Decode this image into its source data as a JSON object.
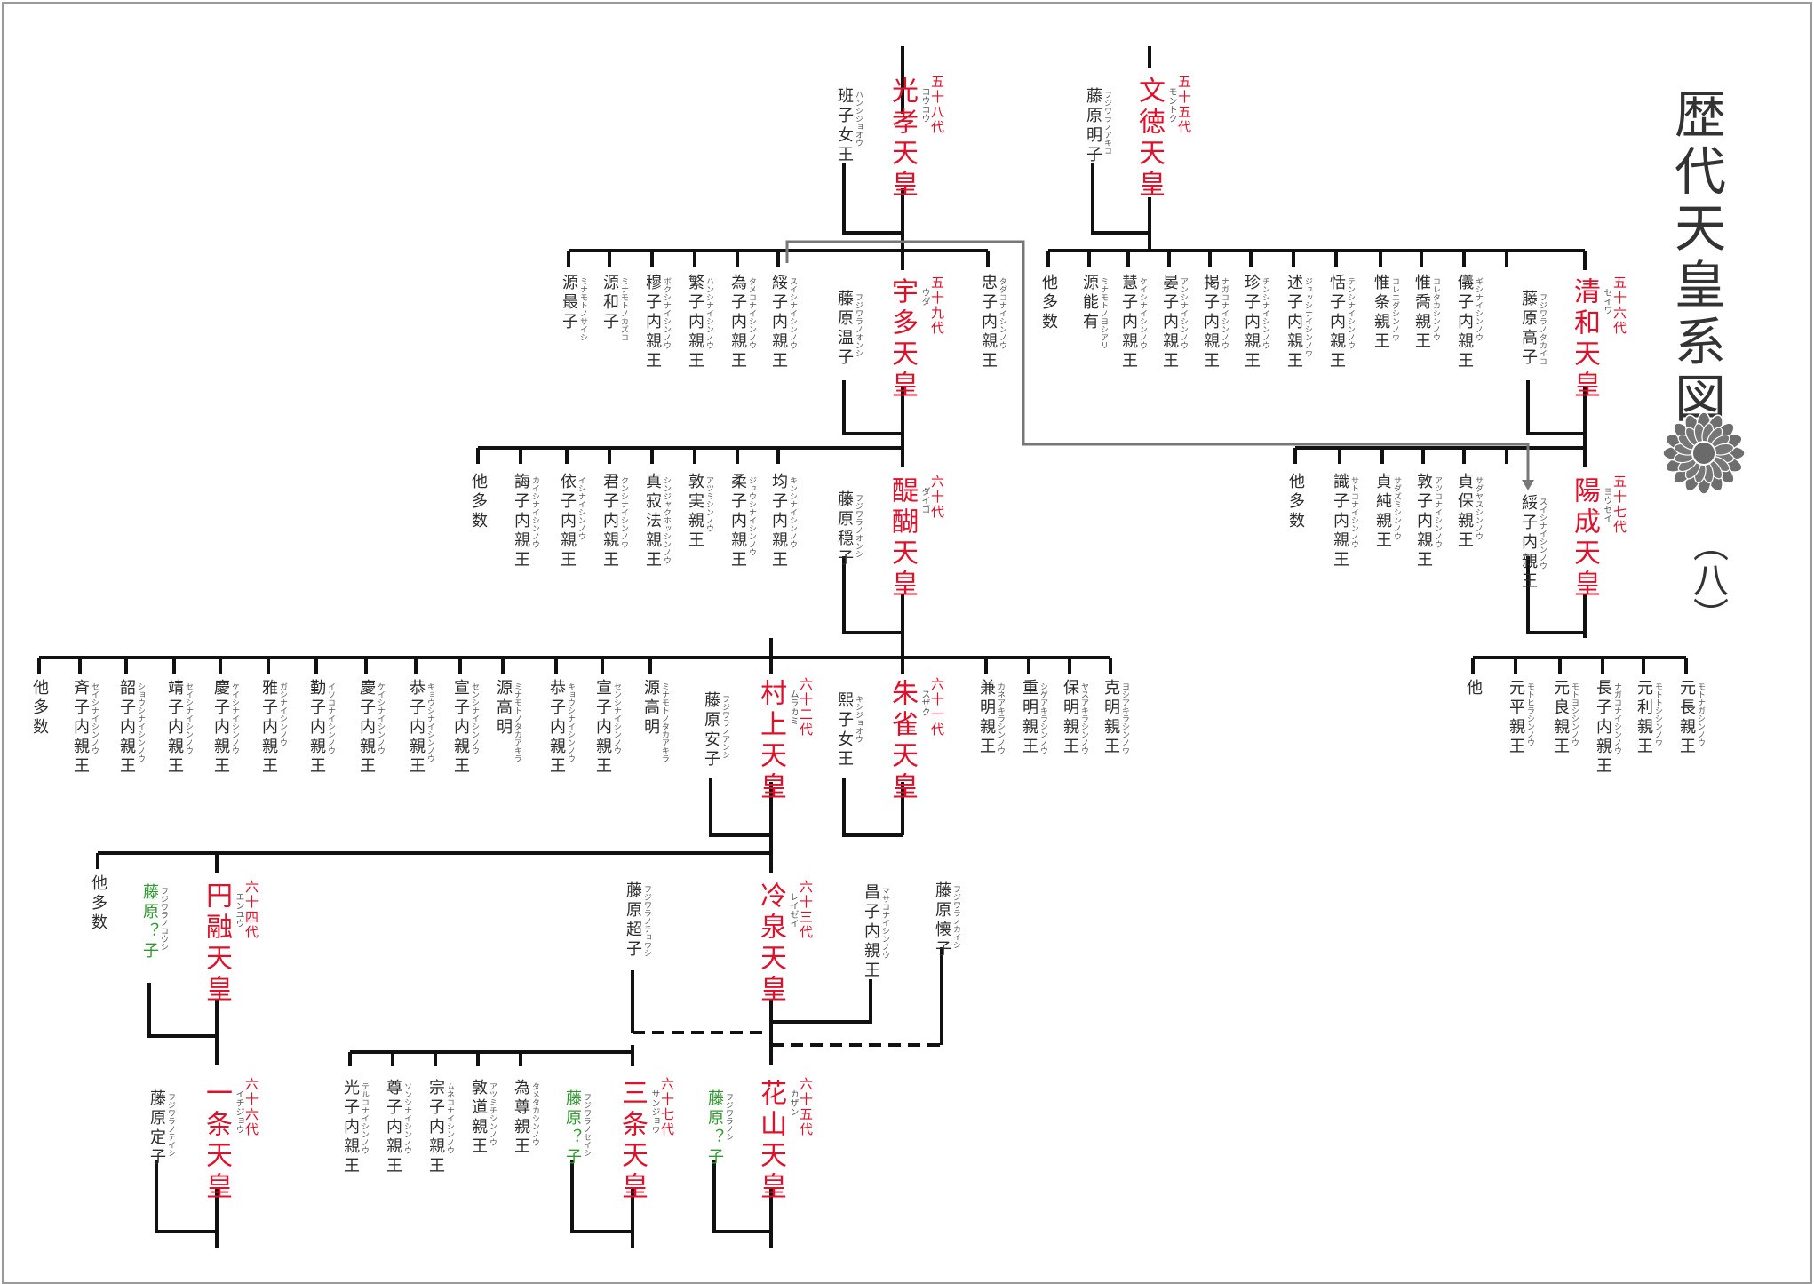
{
  "title": "歴代天皇系図",
  "volume": "（八）",
  "colors": {
    "emperor": "#e0102a",
    "consort": "#2c2c2c",
    "unknown_consort": "#2e9a2e",
    "adoption_line": "#777777",
    "line": "#111111"
  },
  "emperors": [
    {
      "id": "koko",
      "name": "光孝天皇",
      "reading": "コウコウ",
      "generation": "五十八代"
    },
    {
      "id": "montoku",
      "name": "文徳天皇",
      "reading": "モントク",
      "generation": "五十五代"
    },
    {
      "id": "uda",
      "name": "宇多天皇",
      "reading": "ウダ",
      "generation": "五十九代"
    },
    {
      "id": "seiwa",
      "name": "清和天皇",
      "reading": "セイワ",
      "generation": "五十六代"
    },
    {
      "id": "daigo",
      "name": "醍醐天皇",
      "reading": "ダイゴ",
      "generation": "六十代"
    },
    {
      "id": "yozei",
      "name": "陽成天皇",
      "reading": "ヨウゼイ",
      "generation": "五十七代"
    },
    {
      "id": "murakami",
      "name": "村上天皇",
      "reading": "ムラカミ",
      "generation": "六十二代"
    },
    {
      "id": "suzaku",
      "name": "朱雀天皇",
      "reading": "スザク",
      "generation": "六十一代"
    },
    {
      "id": "enyu",
      "name": "円融天皇",
      "reading": "エンユウ",
      "generation": "六十四代"
    },
    {
      "id": "reizei",
      "name": "冷泉天皇",
      "reading": "レイゼイ",
      "generation": "六十三代"
    },
    {
      "id": "ichijo",
      "name": "一条天皇",
      "reading": "イチジョウ",
      "generation": "六十六代"
    },
    {
      "id": "sanjo",
      "name": "三条天皇",
      "reading": "サンジョウ",
      "generation": "六十七代"
    },
    {
      "id": "kazan",
      "name": "花山天皇",
      "reading": "カザン",
      "generation": "六十五代"
    }
  ],
  "people": [
    {
      "id": "p_hanshi",
      "name": "班子女王",
      "reading": "ハンシジョオウ",
      "kind": "consort"
    },
    {
      "id": "p_meishi",
      "name": "藤原明子",
      "reading": "フジワラノアキコ",
      "kind": "consort"
    },
    {
      "id": "p_onshi",
      "name": "藤原温子",
      "reading": "フジワラノオンシ",
      "kind": "consort"
    },
    {
      "id": "p_koshi",
      "name": "藤原高子",
      "reading": "フジワラノタカイコ",
      "kind": "consort"
    },
    {
      "id": "p_onshi2",
      "name": "藤原穏子",
      "reading": "フジワラノオンシ",
      "kind": "consort"
    },
    {
      "id": "p_anshi",
      "name": "藤原安子",
      "reading": "フジワラノアンシ",
      "kind": "consort"
    },
    {
      "id": "p_kishi",
      "name": "熙子女王",
      "reading": "キシジョオウ",
      "kind": "consort"
    },
    {
      "id": "p_enyu_m",
      "name": "藤原？子",
      "reading": "フジワラノコウシ",
      "kind": "unknown"
    },
    {
      "id": "p_choshi",
      "name": "藤原超子",
      "reading": "フジワラノチョウシ",
      "kind": "consort"
    },
    {
      "id": "p_shoshi",
      "name": "昌子内親王",
      "reading": "マサコナイシンノウ",
      "kind": "consort"
    },
    {
      "id": "p_kaishi",
      "name": "藤原懐子",
      "reading": "フジワラノカイシ",
      "kind": "consort"
    },
    {
      "id": "p_teishi",
      "name": "藤原定子",
      "reading": "フジワラノテイシ",
      "kind": "consort"
    },
    {
      "id": "p_sanjo_m",
      "name": "藤原？子",
      "reading": "フジワラノセイシ",
      "kind": "unknown"
    },
    {
      "id": "p_kazan_m",
      "name": "藤原？子",
      "reading": "フジワラノシ",
      "kind": "unknown"
    },
    {
      "id": "k1",
      "name": "源最子",
      "reading": "ミナモトノサイシ"
    },
    {
      "id": "k2",
      "name": "源和子",
      "reading": "ミナモトノカズコ"
    },
    {
      "id": "k3",
      "name": "穆子内親王",
      "reading": "ボクシナイシンノウ"
    },
    {
      "id": "k4",
      "name": "繁子内親王",
      "reading": "ハンシナイシンノウ"
    },
    {
      "id": "k5",
      "name": "為子内親王",
      "reading": "タメコナイシンノウ"
    },
    {
      "id": "k6",
      "name": "綏子内親王",
      "reading": "スイシナイシンノウ"
    },
    {
      "id": "k7",
      "name": "忠子内親王",
      "reading": "タダコナイシンノウ"
    },
    {
      "id": "m1",
      "name": "他多数",
      "reading": ""
    },
    {
      "id": "m2",
      "name": "源能有",
      "reading": "ミナモトノヨシアリ"
    },
    {
      "id": "m3",
      "name": "慧子内親王",
      "reading": "ケイシナイシンノウ"
    },
    {
      "id": "m4",
      "name": "晏子内親王",
      "reading": "アンシナイシンノウ"
    },
    {
      "id": "m5",
      "name": "掲子内親王",
      "reading": "ナガコナイシンノウ"
    },
    {
      "id": "m6",
      "name": "珍子内親王",
      "reading": "チンシナイシンノウ"
    },
    {
      "id": "m7",
      "name": "述子内親王",
      "reading": "ジュッシナイシンノウ"
    },
    {
      "id": "m8",
      "name": "恬子内親王",
      "reading": "テンシナイシンノウ"
    },
    {
      "id": "m9",
      "name": "惟条親王",
      "reading": "コレエダシンノウ"
    },
    {
      "id": "m10",
      "name": "惟喬親王",
      "reading": "コレタカシンノウ"
    },
    {
      "id": "m11",
      "name": "儀子内親王",
      "reading": "ギシナイシンノウ"
    },
    {
      "id": "u1",
      "name": "他多数",
      "reading": ""
    },
    {
      "id": "u2",
      "name": "誨子内親王",
      "reading": "カイシナイシンノウ"
    },
    {
      "id": "u3",
      "name": "依子内親王",
      "reading": "イシナイシンノウ"
    },
    {
      "id": "u4",
      "name": "君子内親王",
      "reading": "クンシナイシンノウ"
    },
    {
      "id": "u5",
      "name": "真寂法親王",
      "reading": "シンジャクホッシンノウ"
    },
    {
      "id": "u6",
      "name": "敦実親王",
      "reading": "アツミシンノウ"
    },
    {
      "id": "u7",
      "name": "柔子内親王",
      "reading": "ジュウシナイシンノウ"
    },
    {
      "id": "u8",
      "name": "均子内親王",
      "reading": "キンシナイシンノウ"
    },
    {
      "id": "s1",
      "name": "他多数",
      "reading": ""
    },
    {
      "id": "s2",
      "name": "識子内親王",
      "reading": "サトコナイシンノウ"
    },
    {
      "id": "s3",
      "name": "貞純親王",
      "reading": "サダズミシンノウ"
    },
    {
      "id": "s4",
      "name": "敦子内親王",
      "reading": "アツコナイシンノウ"
    },
    {
      "id": "s5",
      "name": "貞保親王",
      "reading": "サダヤスシンノウ"
    },
    {
      "id": "s6",
      "name": "綏子内親王",
      "reading": "スイシナイシンノウ"
    },
    {
      "id": "d1",
      "name": "他多数",
      "reading": ""
    },
    {
      "id": "d2",
      "name": "斉子内親王",
      "reading": "セイシナイシンノウ"
    },
    {
      "id": "d3",
      "name": "韶子内親王",
      "reading": "ショウシナイシンノウ"
    },
    {
      "id": "d4",
      "name": "靖子内親王",
      "reading": "セイシナイシンノウ"
    },
    {
      "id": "d5",
      "name": "慶子内親王",
      "reading": "ケイシナイシンノウ"
    },
    {
      "id": "d6",
      "name": "雅子内親王",
      "reading": "ガシナイシンノウ"
    },
    {
      "id": "d7",
      "name": "勤子内親王",
      "reading": "イソコナイシンノウ"
    },
    {
      "id": "d8",
      "name": "慶子内親王",
      "reading": "ケイシナイシンノウ"
    },
    {
      "id": "d9",
      "name": "恭子内親王",
      "reading": "キョウシナイシンノウ"
    },
    {
      "id": "d10",
      "name": "宣子内親王",
      "reading": "センシナイシンノウ"
    },
    {
      "id": "d11",
      "name": "源高明",
      "reading": "ミナモトノタカアキラ"
    },
    {
      "id": "d12",
      "name": "恭子内親王",
      "reading": "キョウシナイシンノウ"
    },
    {
      "id": "d13",
      "name": "宣子内親王",
      "reading": "センシナイシンノウ"
    },
    {
      "id": "d14",
      "name": "源高明",
      "reading": "ミナモトノタカアキラ"
    },
    {
      "id": "d15",
      "name": "兼明親王",
      "reading": "カネアキラシンノウ"
    },
    {
      "id": "d16",
      "name": "重明親王",
      "reading": "シゲアキラシンノウ"
    },
    {
      "id": "d17",
      "name": "保明親王",
      "reading": "ヤスアキラシンノウ"
    },
    {
      "id": "d18",
      "name": "克明親王",
      "reading": "ヨシアキラシンノウ"
    },
    {
      "id": "y1",
      "name": "他",
      "reading": ""
    },
    {
      "id": "y2",
      "name": "元平親王",
      "reading": "モトヒラシンノウ"
    },
    {
      "id": "y3",
      "name": "元良親王",
      "reading": "モトヨシシンノウ"
    },
    {
      "id": "y4",
      "name": "長子内親王",
      "reading": "ナガコナイシンノウ"
    },
    {
      "id": "y5",
      "name": "元利親王",
      "reading": "モトトシシンノウ"
    },
    {
      "id": "y6",
      "name": "元長親王",
      "reading": "モトナガシンノウ"
    },
    {
      "id": "r1",
      "name": "他多数",
      "reading": ""
    },
    {
      "id": "i1",
      "name": "光子内親王",
      "reading": "テルコナイシンノウ"
    },
    {
      "id": "i2",
      "name": "尊子内親王",
      "reading": "ソンシナイシンノウ"
    },
    {
      "id": "i3",
      "name": "宗子内親王",
      "reading": "ムネコナイシンノウ"
    },
    {
      "id": "i4",
      "name": "敦道親王",
      "reading": "アツミチシンノウ"
    },
    {
      "id": "i5",
      "name": "為尊親王",
      "reading": "タメタカシンノウ"
    }
  ]
}
